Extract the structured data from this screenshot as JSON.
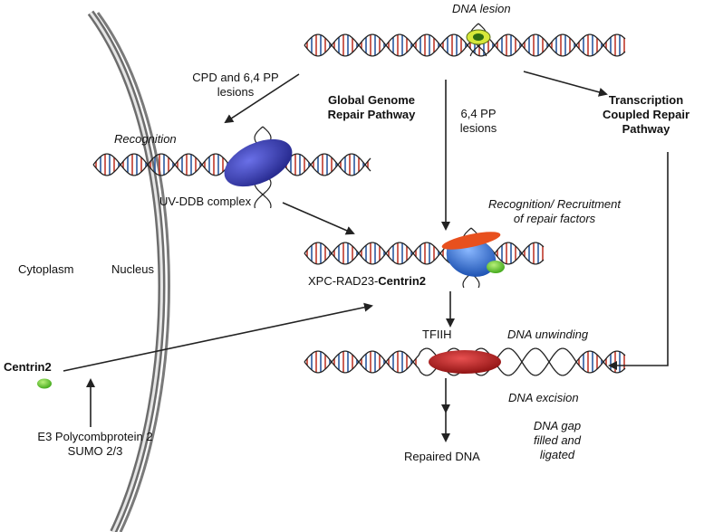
{
  "labels": {
    "dna_lesion": "DNA lesion",
    "cpd_lesions_1": "CPD and 6,4 PP",
    "cpd_lesions_2": "lesions",
    "ggr_1": "Global Genome",
    "ggr_2": "Repair Pathway",
    "pp_lesions_1": "6,4 PP",
    "pp_lesions_2": "lesions",
    "tcr_1": "Transcription",
    "tcr_2": "Coupled Repair",
    "tcr_3": "Pathway",
    "recognition": "Recognition",
    "uv_ddb": "UV-DDB complex",
    "recruitment_1": "Recognition/ Recruitment",
    "recruitment_2": "of repair factors",
    "cytoplasm": "Cytoplasm",
    "nucleus": "Nucleus",
    "xpc_prefix": "XPC-RAD23-",
    "xpc_bold": "Centrin2",
    "tfiih": "TFIIH",
    "dna_unwinding": "DNA unwinding",
    "centrin2": "Centrin2",
    "dna_excision": "DNA excision",
    "gap_1": "DNA gap",
    "gap_2": "filled and",
    "gap_3": "ligated",
    "e3_1": "E3 Polycombprotein 2",
    "e3_2": "SUMO 2/3",
    "repaired": "Repaired DNA"
  },
  "colors": {
    "strand": "#222222",
    "rung_red": "#c0392b",
    "rung_blue": "#2c5aa0",
    "membrane": "#9a9a9a",
    "uv_ddb": "#3b3fb8",
    "xpc_orange": "#e8501e",
    "xpc_blue": "#2f6fd6",
    "centrin_green": "#5fcf2a",
    "tfiih_red": "#c21a1a",
    "lesion_yellow": "#d7e83a"
  }
}
